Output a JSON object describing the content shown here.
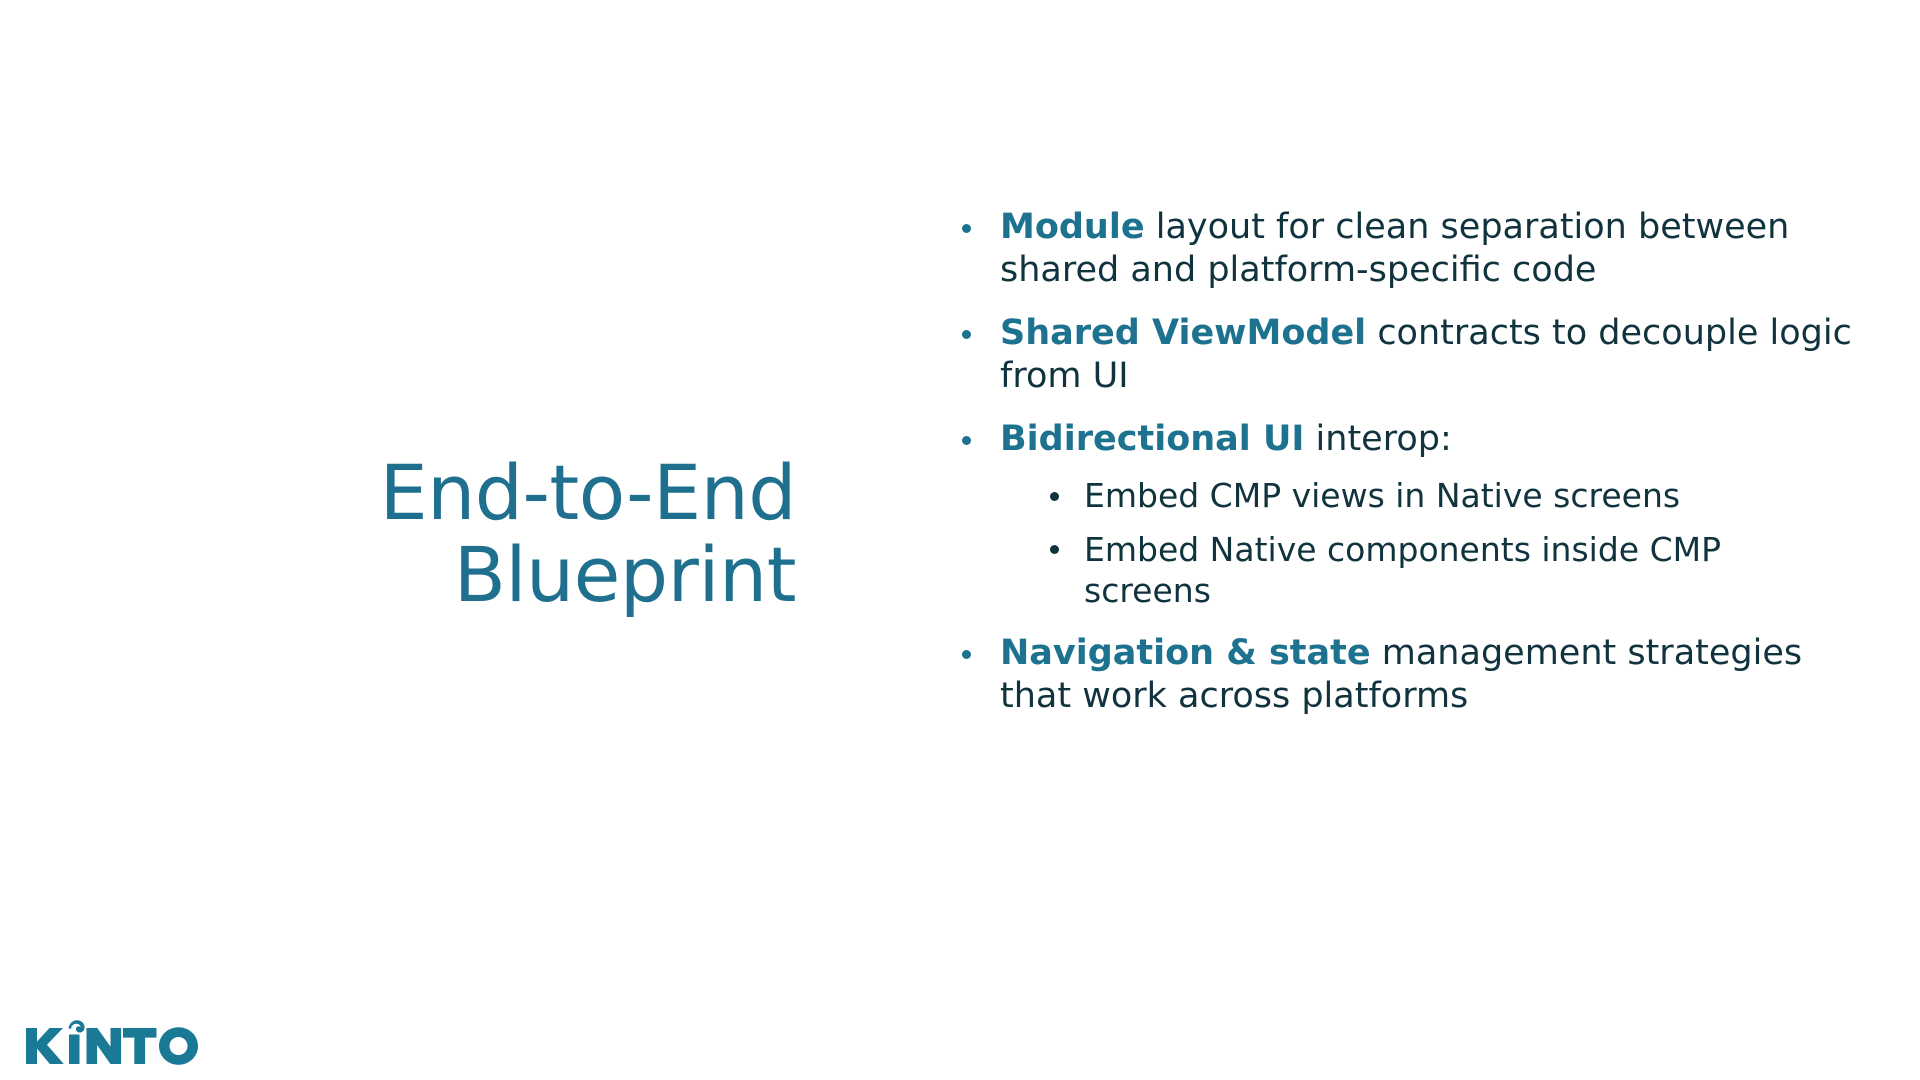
{
  "slide": {
    "background_color": "#ffffff",
    "accent_color": "#1d7290",
    "title_color": "#1f6f8f",
    "body_color": "#10333e",
    "title": "End-to-End\nBlueprint"
  },
  "bullets": [
    {
      "accent": "Module",
      "rest": " layout for clean separation between shared and platform-specific code",
      "sub": []
    },
    {
      "accent": "Shared ViewModel",
      "rest": " contracts to decouple logic from UI",
      "sub": []
    },
    {
      "accent": "Bidirectional UI",
      "rest": " interop:",
      "sub": [
        "Embed CMP views in Native screens",
        "Embed Native components inside CMP screens"
      ]
    },
    {
      "accent": "Navigation & state",
      "rest": " management strategies that work across platforms",
      "sub": []
    }
  ],
  "logo": {
    "name": "KINTO",
    "letters": [
      "K",
      "i",
      "N",
      "T",
      "O"
    ],
    "color": "#1a7a96"
  }
}
